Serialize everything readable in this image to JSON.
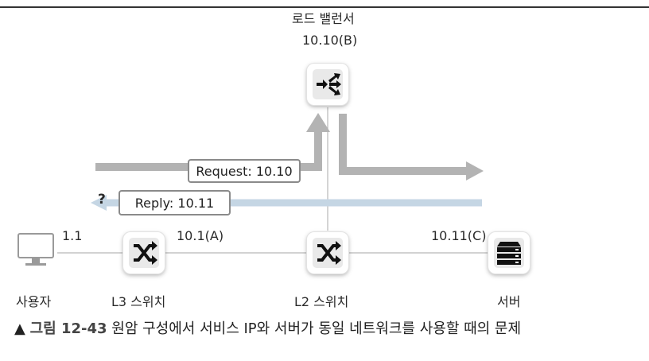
{
  "load_balancer": {
    "title": "로드 밸런서",
    "ip": "10.10(B)"
  },
  "user": {
    "label": "사용자",
    "ip": "1.1"
  },
  "l3_switch": {
    "label": "L3 스위치",
    "ip": "10.1(A)"
  },
  "l2_switch": {
    "label": "L2 스위치"
  },
  "server": {
    "label": "서버",
    "ip": "10.11(C)"
  },
  "request_box": {
    "text": "Request: 10.10"
  },
  "reply_box": {
    "text": "Reply: 10.11",
    "question": "?"
  },
  "caption": {
    "marker": "▲",
    "number": "그림 12-43",
    "text": "원암 구성에서 서비스 IP와 서버가 동일 네트워크를 사용할 때의 문제"
  },
  "colors": {
    "request_arrow": "#b3b3b3",
    "reply_arrow": "#c5d6e4",
    "link_line": "#bdbdbd"
  }
}
